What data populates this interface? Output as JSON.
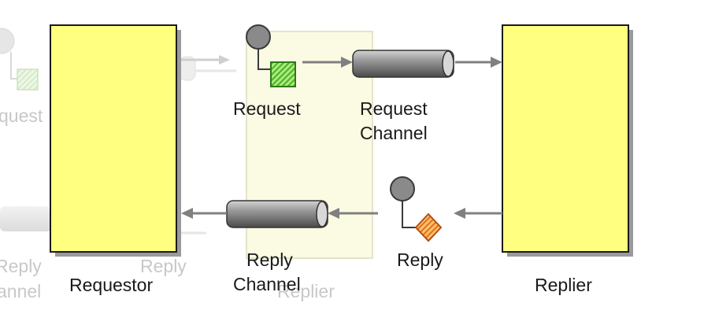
{
  "labels": {
    "request": "Request",
    "request_channel_1": "Request",
    "request_channel_2": "Channel",
    "reply": "Reply",
    "reply_channel_1": "Reply",
    "reply_channel_2": "Channel",
    "requestor": "Requestor",
    "replier": "Replier"
  },
  "ghost_labels": {
    "request_fragment": "quest",
    "reply_channel_fragment_1": "Reply",
    "reply_channel_fragment_2": "annel",
    "reply_fragment": "Reply",
    "replier_fragment": "Replier"
  },
  "colors": {
    "box_fill": "#ffff80",
    "box_stroke": "#1a1a1a",
    "shadow": "#9a9a9a",
    "arrow": "#808080",
    "request_message": "#7fd84a",
    "reply_message": "#f0902a",
    "ghost_box": "#fbfbe4"
  }
}
